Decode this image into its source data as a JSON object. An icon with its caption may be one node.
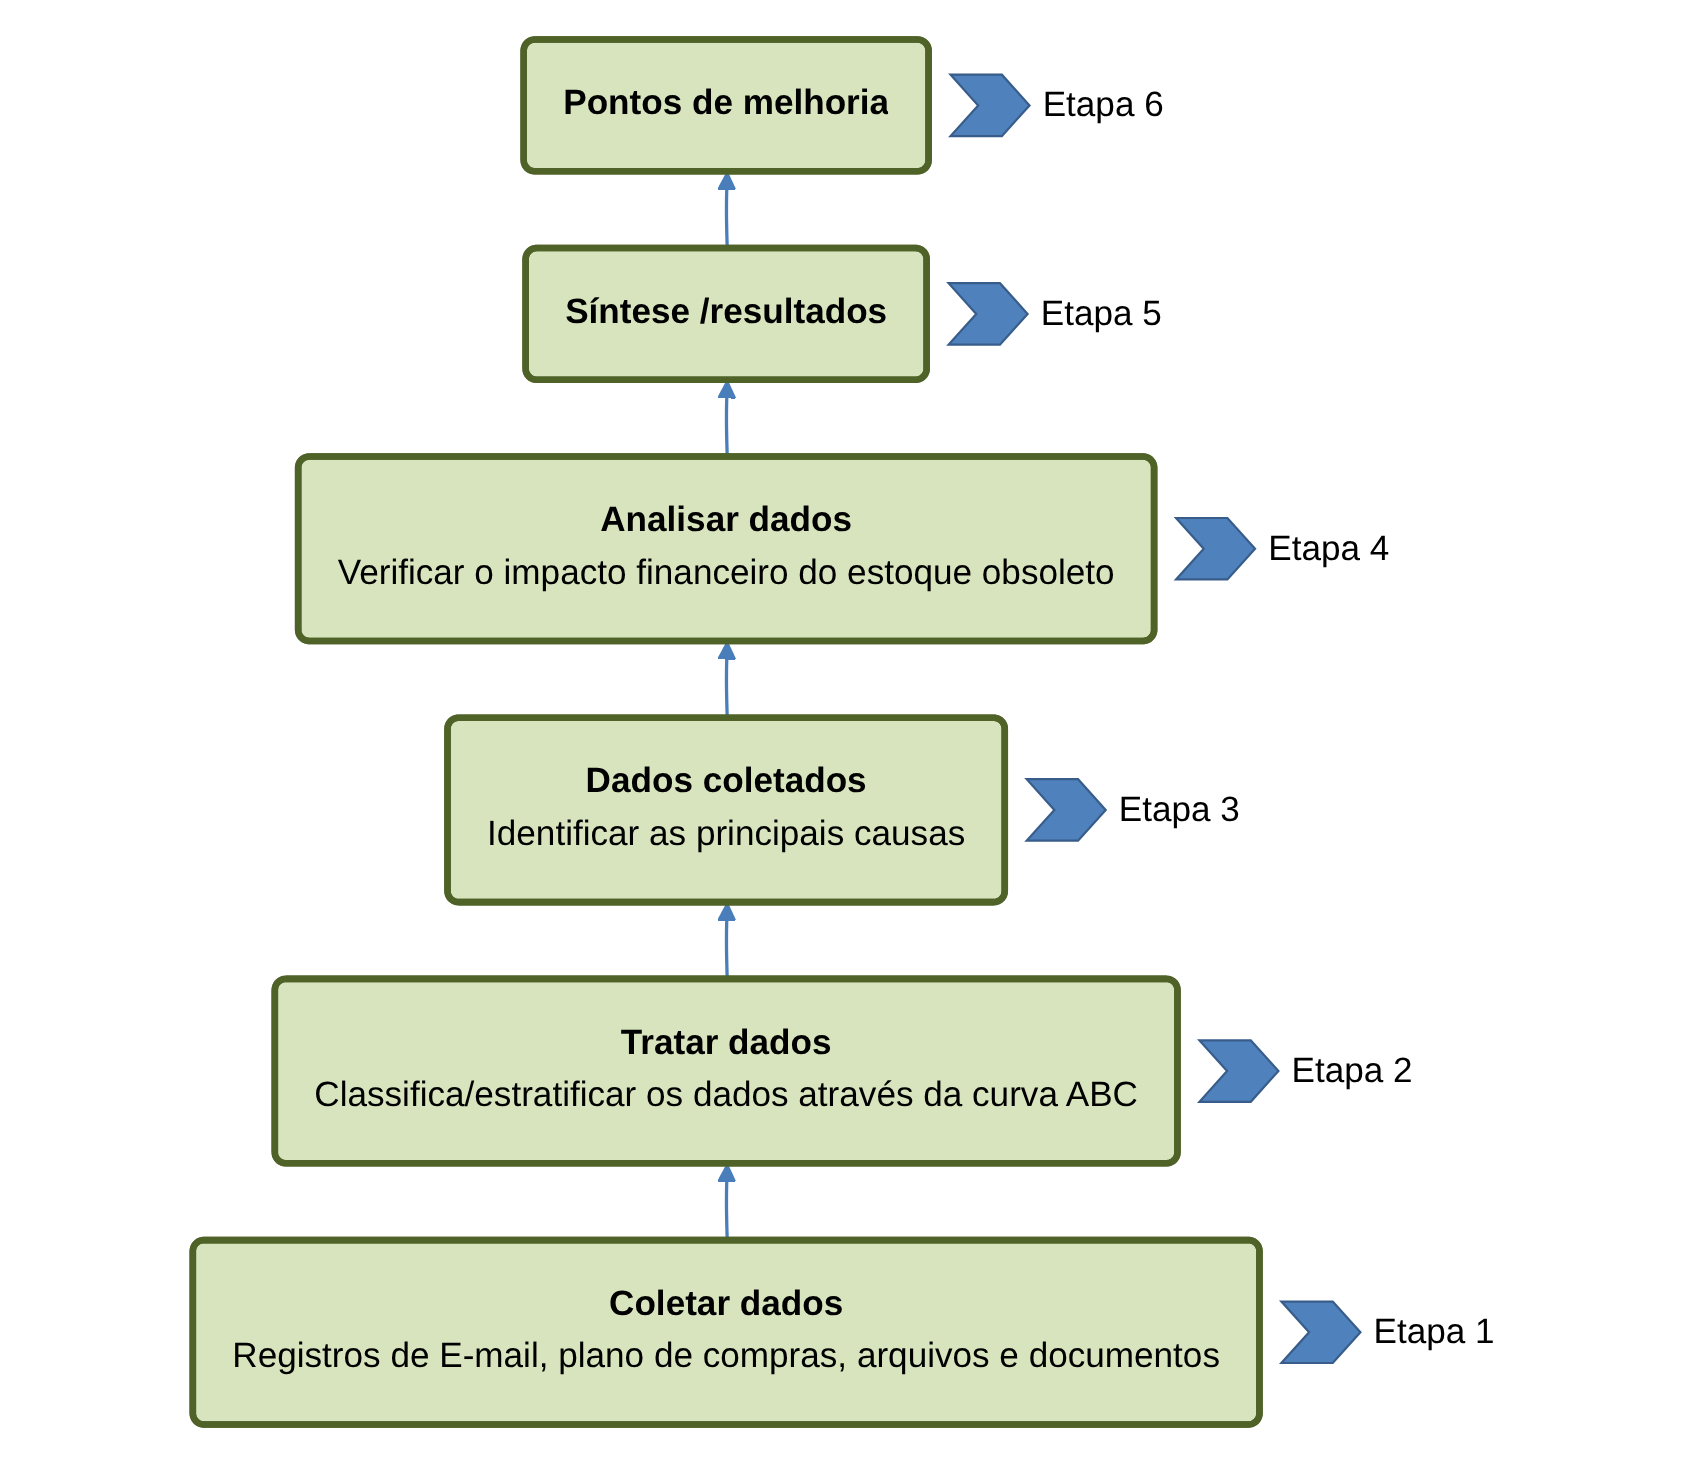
{
  "diagram": {
    "nodes": [
      {
        "text": [
          "Pontos de melhoria"
        ],
        "beside": [
          "Etapa 6"
        ]
      },
      {
        "text": [
          "Síntese /resultados"
        ],
        "beside": [
          "Etapa 5"
        ]
      },
      {
        "text": [
          "Analisar dados",
          "Verificar o impacto financeiro do estoque obsoleto"
        ],
        "beside": [
          "Etapa 4"
        ]
      },
      {
        "text": [
          "Dados coletados",
          "Identificar as principais causas"
        ],
        "beside": [
          "Etapa 3"
        ]
      },
      {
        "text": [
          "Tratar dados",
          "Classifica/estratificar os dados através da curva ABC"
        ],
        "beside": [
          "Etapa 2"
        ]
      },
      {
        "text": [
          "Coletar dados",
          "Registros de E-mail, plano de compras, arquivos e documentos"
        ],
        "beside": [
          "Etapa 1"
        ]
      }
    ],
    "edges": [
      {
        "from": 5,
        "to": 4,
        "arrow": "to"
      },
      {
        "from": 4,
        "to": 3,
        "arrow": "to"
      },
      {
        "from": 3,
        "to": 2,
        "arrow": "to"
      },
      {
        "from": 2,
        "to": 1,
        "arrow": "to"
      },
      {
        "from": 1,
        "to": 0,
        "arrow": "to"
      }
    ]
  }
}
